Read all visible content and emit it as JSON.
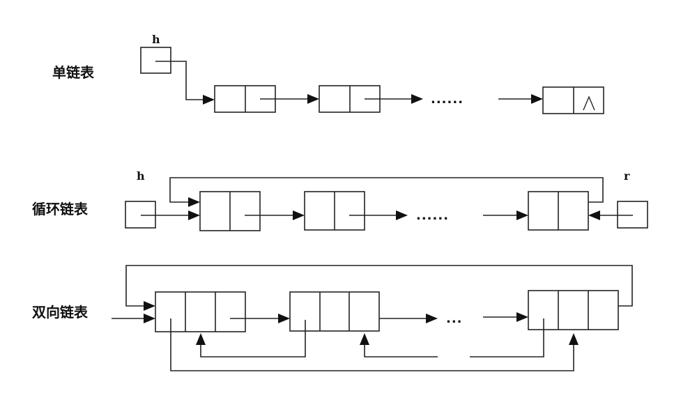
{
  "diagram": {
    "type": "linked-list-illustration",
    "colors": {
      "stroke": "#222222",
      "background": "#ffffff"
    },
    "sections": [
      {
        "id": "singly",
        "label": "单链表",
        "pointers": [
          {
            "name": "h"
          }
        ],
        "node_fields": 2,
        "nodes": [
          "node-1",
          "node-2",
          "node-last"
        ],
        "ellipsis": "......",
        "tail_null_symbol": "∧"
      },
      {
        "id": "circular",
        "label": "循环链表",
        "pointers": [
          {
            "name": "h"
          },
          {
            "name": "r"
          }
        ],
        "node_fields": 2,
        "nodes": [
          "node-1",
          "node-2",
          "node-last"
        ],
        "ellipsis": "......"
      },
      {
        "id": "doubly",
        "label": "双向链表",
        "pointers": [],
        "node_fields": 3,
        "nodes": [
          "node-1",
          "node-2",
          "node-last"
        ],
        "ellipsis": "..."
      }
    ]
  }
}
